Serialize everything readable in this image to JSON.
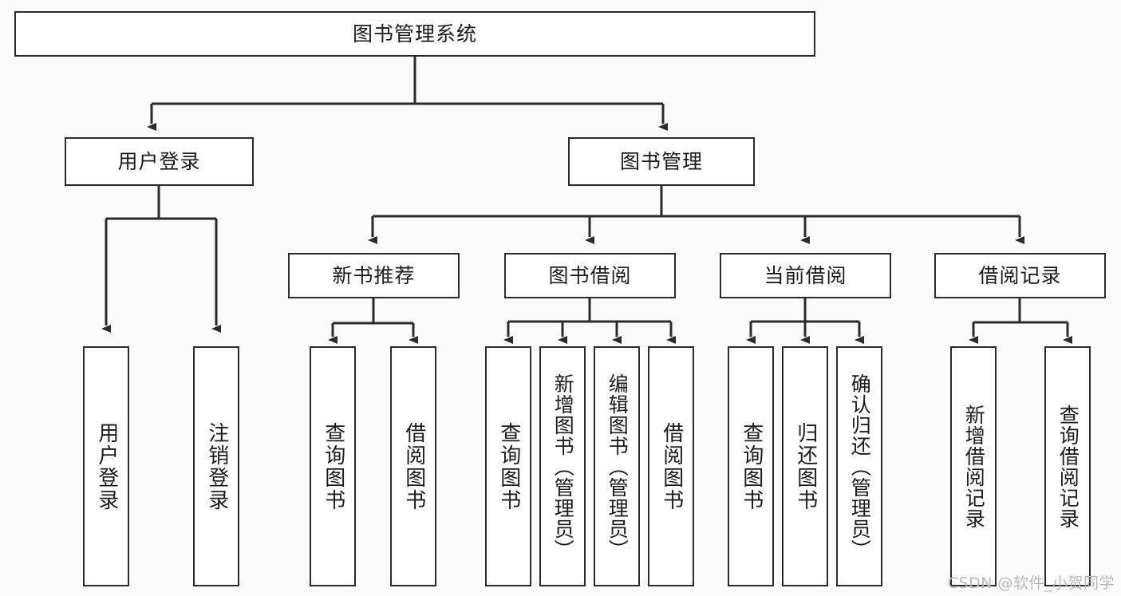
{
  "diagram": {
    "title": "图书管理系统",
    "type": "tree-hierarchy-diagram",
    "root": {
      "label": "图书管理系统"
    },
    "level2": [
      {
        "label": "用户登录"
      },
      {
        "label": "图书管理"
      }
    ],
    "level3": [
      {
        "label": "新书推荐"
      },
      {
        "label": "图书借阅"
      },
      {
        "label": "当前借阅"
      },
      {
        "label": "借阅记录"
      }
    ],
    "leaves": {
      "user_login": [
        {
          "label": "用户登录"
        },
        {
          "label": "注销登录"
        }
      ],
      "new_book_recommend": [
        {
          "label": "查询图书"
        },
        {
          "label": "借阅图书"
        }
      ],
      "book_borrow": [
        {
          "label": "查询图书"
        },
        {
          "label": "新增图书（管理员）"
        },
        {
          "label": "编辑图书（管理员）"
        },
        {
          "label": "借阅图书"
        }
      ],
      "current_borrow": [
        {
          "label": "查询图书"
        },
        {
          "label": "归还图书"
        },
        {
          "label": "确认归还（管理员）"
        }
      ],
      "borrow_record": [
        {
          "label": "新增借阅记录"
        },
        {
          "label": "查询借阅记录"
        }
      ]
    },
    "watermark": "CSDN @软件_小贺同学",
    "colors": {
      "border": "#2b2b2b",
      "fill": "#ffffff",
      "text": "#1b1b1b",
      "background": "#fbfbfb",
      "watermark": "#b9b9b9"
    }
  }
}
